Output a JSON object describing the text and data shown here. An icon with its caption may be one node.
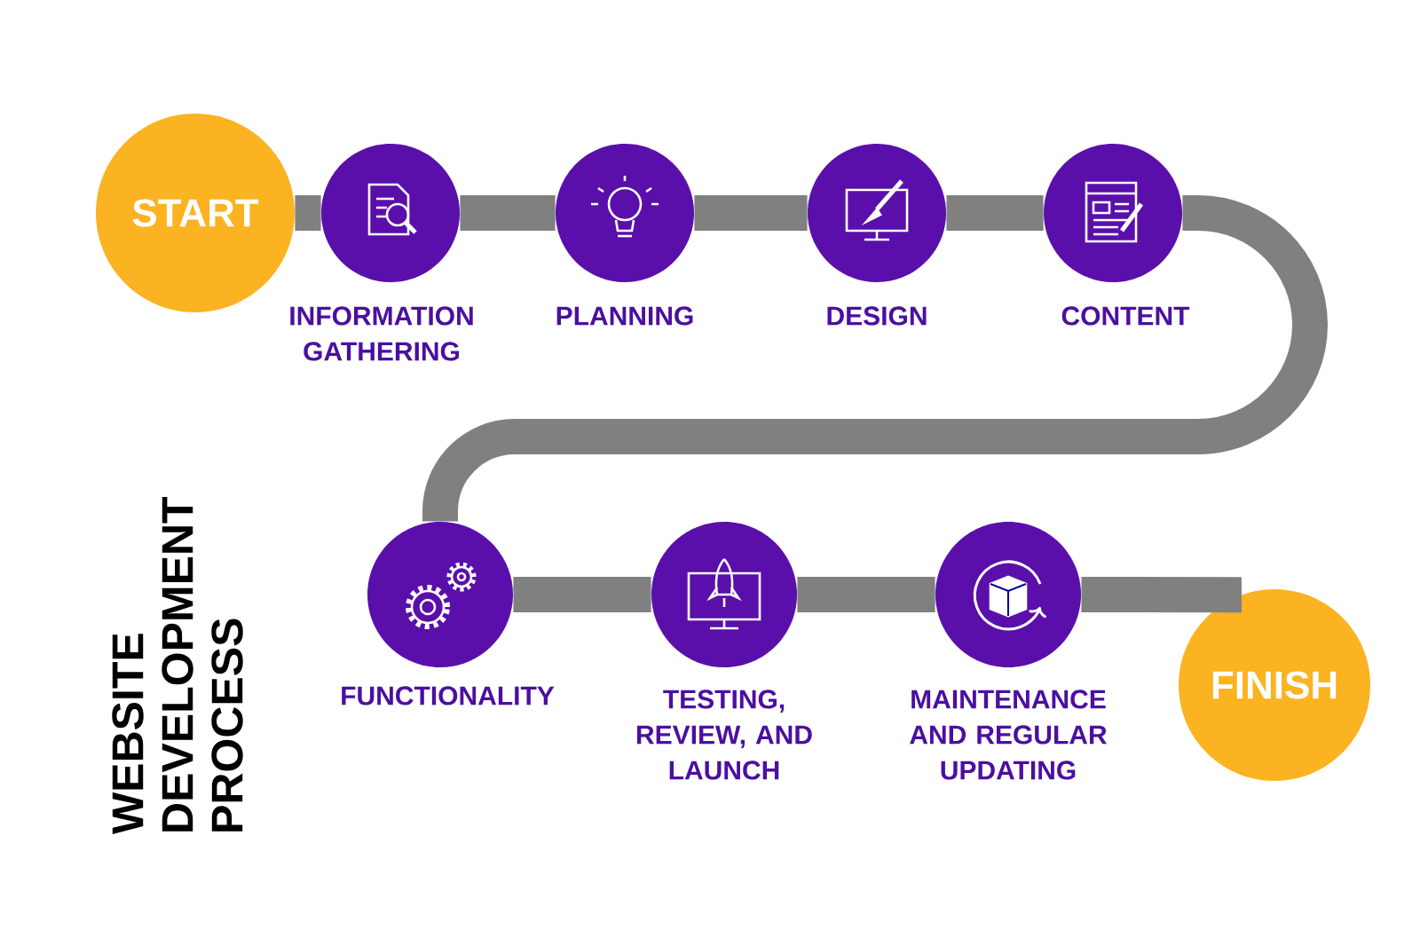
{
  "diagram": {
    "title": "WEBSITE DEVELOPMENT PROCESS",
    "nodes": [
      {
        "text": [
          "START"
        ]
      },
      {
        "text": [
          "INFORMATION GATHERING"
        ]
      },
      {
        "text": [
          "PLANNING"
        ]
      },
      {
        "text": [
          "DESIGN"
        ]
      },
      {
        "text": [
          "CONTENT"
        ]
      },
      {
        "text": [
          "FUNCTIONALITY"
        ]
      },
      {
        "text": [
          "TESTING, REVIEW, AND LAUNCH"
        ]
      },
      {
        "text": [
          "MAINTENANCE AND REGULAR UPDATING"
        ]
      },
      {
        "text": [
          "FINISH"
        ]
      }
    ],
    "edges": [
      {
        "from": 0,
        "to": 1,
        "arrow": "none"
      },
      {
        "from": 1,
        "to": 2,
        "arrow": "none"
      },
      {
        "from": 2,
        "to": 3,
        "arrow": "none"
      },
      {
        "from": 3,
        "to": 4,
        "arrow": "none"
      },
      {
        "from": 4,
        "to": 5,
        "arrow": "none"
      },
      {
        "from": 5,
        "to": 6,
        "arrow": "none"
      },
      {
        "from": 6,
        "to": 7,
        "arrow": "none"
      },
      {
        "from": 7,
        "to": 8,
        "arrow": "none"
      }
    ]
  }
}
